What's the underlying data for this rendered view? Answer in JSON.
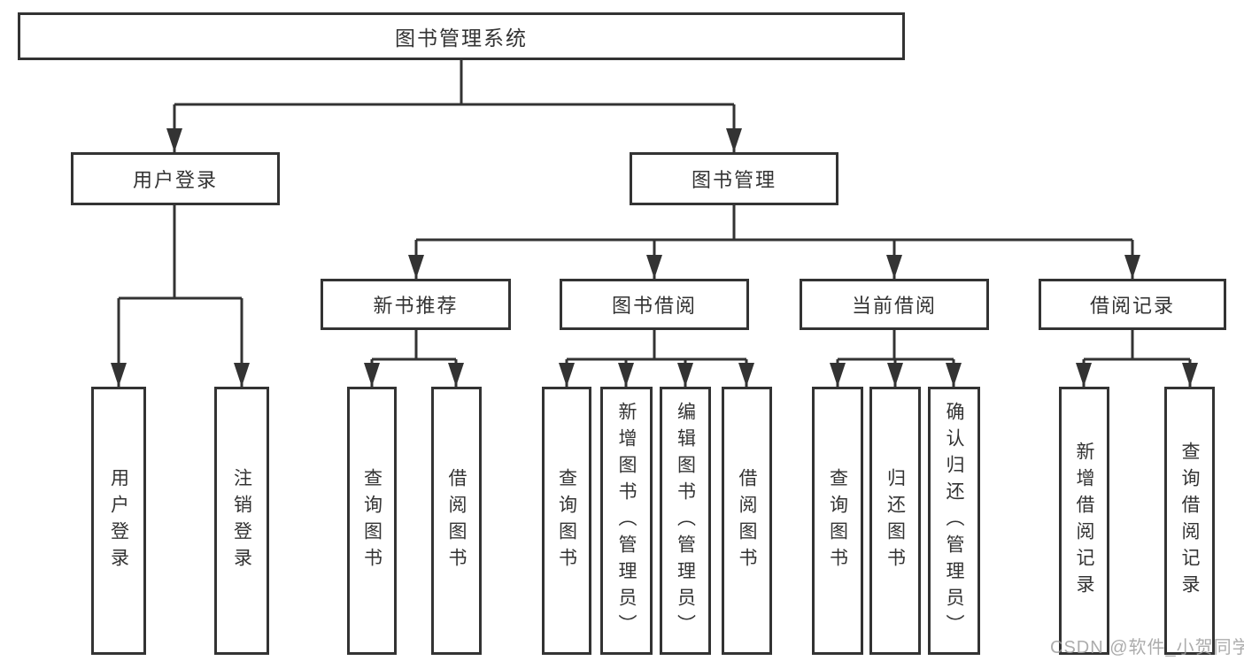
{
  "diagram_type": "hierarchy-tree",
  "title": "图书管理系统",
  "level2": [
    {
      "label": "用户登录"
    },
    {
      "label": "图书管理"
    }
  ],
  "level3": [
    {
      "label": "新书推荐"
    },
    {
      "label": "图书借阅"
    },
    {
      "label": "当前借阅"
    },
    {
      "label": "借阅记录"
    }
  ],
  "leaves": [
    "用户登录",
    "注销登录",
    "查询图书",
    "借阅图书",
    "查询图书",
    "新增图书（管理员）",
    "编辑图书（管理员）",
    "借阅图书",
    "查询图书",
    "归还图书",
    "确认归还（管理员）",
    "新增借阅记录",
    "查询借阅记录"
  ],
  "watermark": "CSDN @软件_小贺同学",
  "colors": {
    "line": "#333333",
    "box_background": "#ffffff",
    "text": "#333333",
    "watermark": "#9e9e9e"
  }
}
